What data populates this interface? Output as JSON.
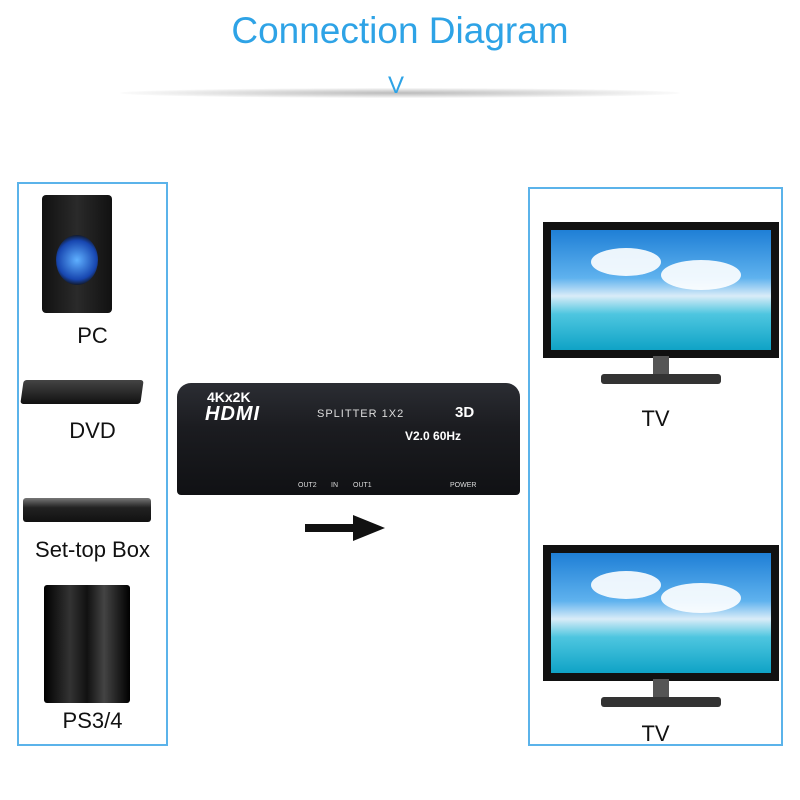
{
  "header": {
    "title": "Connection Diagram",
    "chevron": "V"
  },
  "sources": {
    "items": [
      {
        "label": "PC",
        "icon": "pc-tower-icon"
      },
      {
        "label": "DVD",
        "icon": "dvd-player-icon"
      },
      {
        "label": "Set-top Box",
        "icon": "set-top-box-icon"
      },
      {
        "label": "PS3/4",
        "icon": "game-console-icon"
      }
    ]
  },
  "splitter": {
    "line1": "4Kx2K",
    "brand": "HDMI",
    "model": "SPLITTER 1X2",
    "badge": "3D",
    "version": "V2.0 60Hz",
    "ports": [
      "OUT2",
      "IN",
      "OUT1",
      "POWER"
    ]
  },
  "displays": {
    "items": [
      {
        "label": "TV"
      },
      {
        "label": "TV"
      }
    ]
  },
  "colors": {
    "accent": "#2ea3e6",
    "border": "#5bb3ea"
  }
}
